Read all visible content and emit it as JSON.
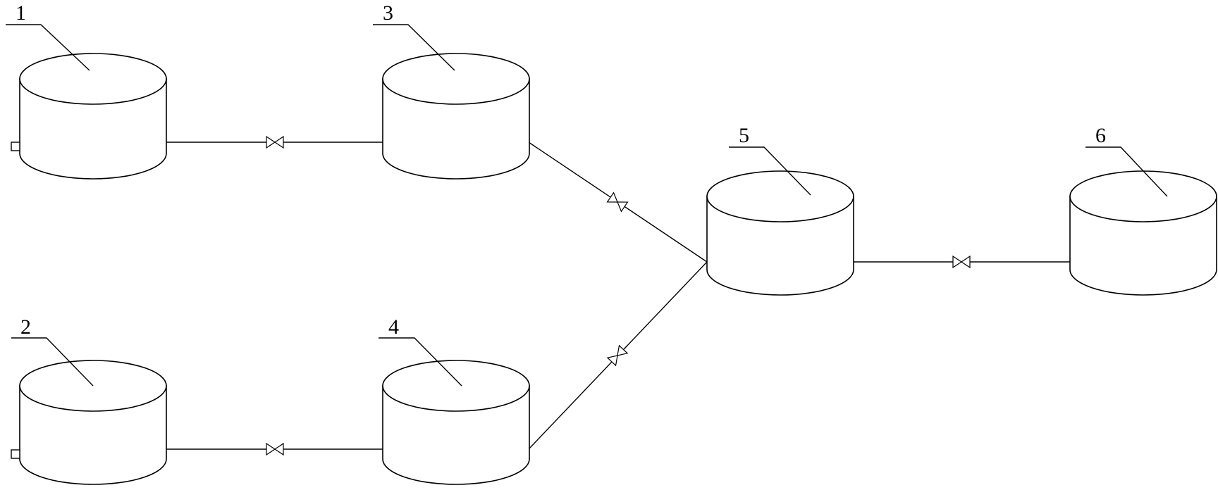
{
  "diagram": {
    "tanks": [
      {
        "id": "1",
        "label": "1"
      },
      {
        "id": "2",
        "label": "2"
      },
      {
        "id": "3",
        "label": "3"
      },
      {
        "id": "4",
        "label": "4"
      },
      {
        "id": "5",
        "label": "5"
      },
      {
        "id": "6",
        "label": "6"
      }
    ],
    "connections": [
      {
        "from": "1",
        "to": "3",
        "valve": true
      },
      {
        "from": "2",
        "to": "4",
        "valve": true
      },
      {
        "from": "3",
        "to": "5",
        "valve": true
      },
      {
        "from": "4",
        "to": "5",
        "valve": true
      },
      {
        "from": "5",
        "to": "6",
        "valve": true
      }
    ]
  }
}
